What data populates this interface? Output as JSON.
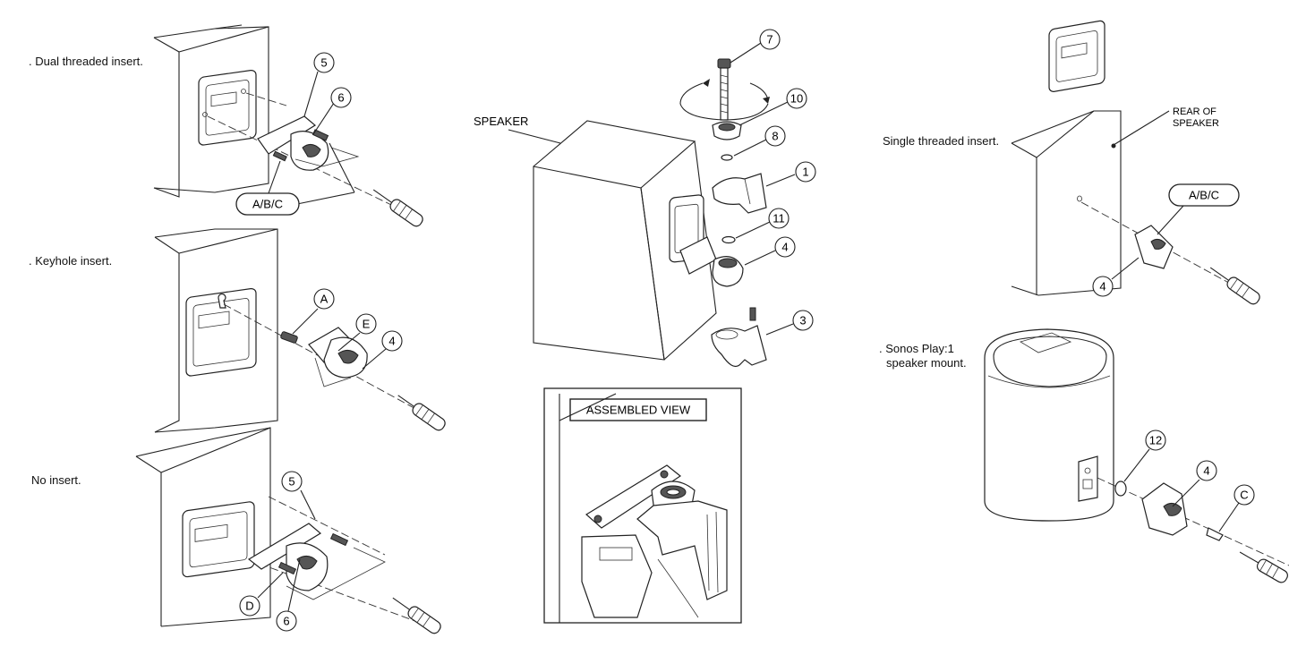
{
  "captions": {
    "dual": ". Dual threaded insert.",
    "keyhole": ". Keyhole insert.",
    "none": "No insert.",
    "single": "Single threaded insert.",
    "sonos_line1": ". Sonos Play:1",
    "sonos_line2": "speaker mount."
  },
  "labels": {
    "speaker": "SPEAKER",
    "assembled_view": "ASSEMBLED VIEW",
    "rear_line1": "REAR OF",
    "rear_line2": "SPEAKER"
  },
  "callouts": {
    "dual_5": "5",
    "dual_6": "6",
    "dual_abc": "A/B/C",
    "key_a": "A",
    "key_e": "E",
    "key_4": "4",
    "none_5": "5",
    "none_d": "D",
    "none_6": "6",
    "exp_7": "7",
    "exp_10": "10",
    "exp_8": "8",
    "exp_1": "1",
    "exp_11": "11",
    "exp_4": "4",
    "exp_3": "3",
    "single_abc": "A/B/C",
    "single_4": "4",
    "sonos_12": "12",
    "sonos_4": "4",
    "sonos_c": "C"
  }
}
